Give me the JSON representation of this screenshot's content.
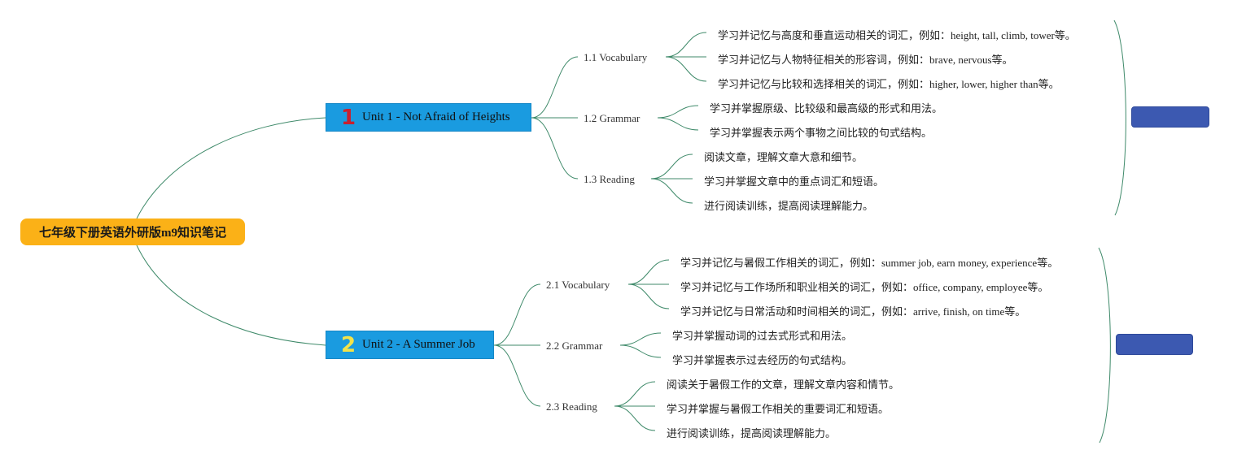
{
  "root": {
    "title": "七年级下册英语外研版m9知识笔记"
  },
  "units": [
    {
      "number": "1",
      "number_color": "#c8202f",
      "title": "Unit 1 - Not Afraid of Heights",
      "summary_tag": "",
      "sections": [
        {
          "label": "1.1 Vocabulary",
          "items": [
            "学习并记忆与高度和垂直运动相关的词汇，例如：height, tall, climb, tower等。",
            "学习并记忆与人物特征相关的形容词，例如：brave, nervous等。",
            "学习并记忆与比较和选择相关的词汇，例如：higher, lower, higher than等。"
          ]
        },
        {
          "label": "1.2 Grammar",
          "items": [
            "学习并掌握原级、比较级和最高级的形式和用法。",
            "学习并掌握表示两个事物之间比较的句式结构。"
          ]
        },
        {
          "label": "1.3 Reading",
          "items": [
            "阅读文章，理解文章大意和细节。",
            "学习并掌握文章中的重点词汇和短语。",
            "进行阅读训练，提高阅读理解能力。"
          ]
        }
      ]
    },
    {
      "number": "2",
      "number_color": "#f2e34a",
      "title": "Unit 2 - A Summer Job",
      "summary_tag": "",
      "sections": [
        {
          "label": "2.1 Vocabulary",
          "items": [
            "学习并记忆与暑假工作相关的词汇，例如：summer job, earn money, experience等。",
            "学习并记忆与工作场所和职业相关的词汇，例如：office, company, employee等。",
            "学习并记忆与日常活动和时间相关的词汇，例如：arrive, finish, on time等。"
          ]
        },
        {
          "label": "2.2 Grammar",
          "items": [
            "学习并掌握动词的过去式形式和用法。",
            "学习并掌握表示过去经历的句式结构。"
          ]
        },
        {
          "label": "2.3 Reading",
          "items": [
            "阅读关于暑假工作的文章，理解文章内容和情节。",
            "学习并掌握与暑假工作相关的重要词汇和短语。",
            "进行阅读训练，提高阅读理解能力。"
          ]
        }
      ]
    }
  ],
  "colors": {
    "connector": "#3f8a6a",
    "root_fill": "#fbb117",
    "unit_fill": "#1a9be0",
    "tag_fill": "#3c59b1"
  }
}
